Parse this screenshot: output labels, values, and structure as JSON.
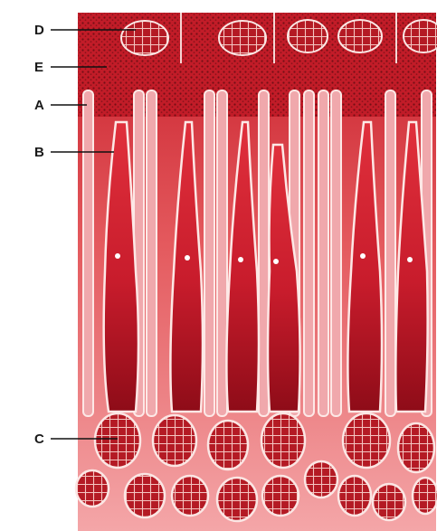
{
  "labels": {
    "a": "A",
    "b": "B",
    "c": "C",
    "d": "D",
    "e": "E"
  },
  "colors": {
    "tissue": "#d8283a",
    "tissue_dark": "#a8101e",
    "cell_pale": "#f2b4b6",
    "cell_outline": "#fbe6e4",
    "nucleus": "#b81a22",
    "background": "#ffffff"
  }
}
